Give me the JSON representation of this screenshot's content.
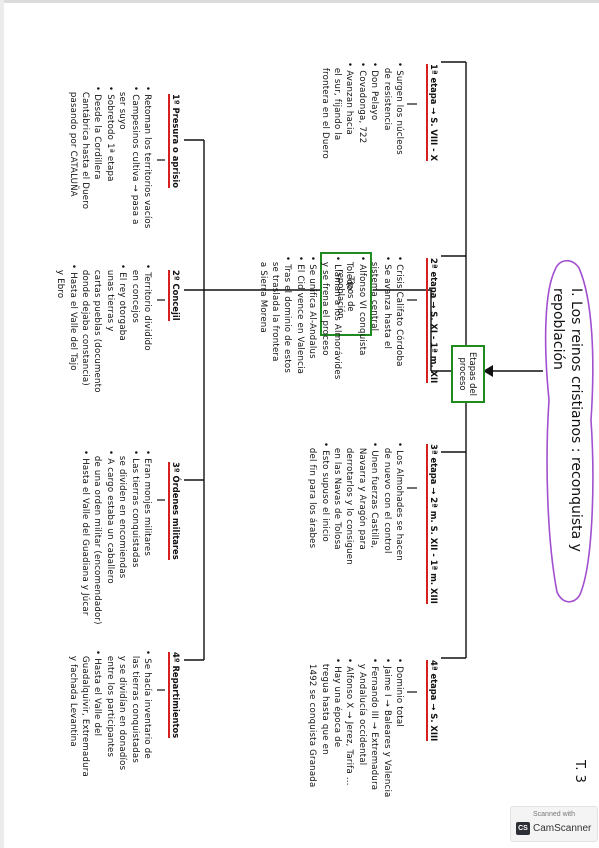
{
  "title": "I. Los reinos cristianos : reconquista y repoblación",
  "tema": "T. 3",
  "center_boxes": {
    "etapas": "Etapas del proceso",
    "tipos": "Tipos de repoblación"
  },
  "etapas": [
    {
      "heading": "1ª etapa → S. VIII - X",
      "items": "• Surgen los núcleos\n  de resistencia\n• Don Pelayo\n• Covadonga, 722\n• Avanzan hacia\n  el sur, fijando la\n  frontera en el Duero"
    },
    {
      "heading": "2ª etapa → S. XI - 1ª m. XII",
      "items": "• Crisis Califato Córdoba\n• Se avanza hasta el\n  sistema central\n• Alfonso VI conquista\n  Toledo\n• Llaman a los Almorávides\n  y se frena el proceso\n• Se unifica Al-Andalus\n• El Cid vence en Valencia\n• Tras el dominio de estos\n  se traslada la frontera\n  a Sierra Morena"
    },
    {
      "heading": "3ª etapa → 2ª m. S. XII - 1ª m. XIII",
      "items": "• Los Almohades se hacen\n  de nuevo con el control\n• Unen fuerzas Castilla,\n  Navarra y Aragón para\n  derrotarlos y lo consiguen\n  en las Navas de Tolosa\n• Esto supuso el inicio\n  del fin para los árabes"
    },
    {
      "heading": "4ª etapa → S. XIII",
      "items": "• Dominio total\n• Jaime I → Baleares y Valencia\n• Fernando III → Extremadura\n  y Andalucía occidental\n• Alfonso X → Jerez, Tarifa ...\n• Hay una época de\n  tregua hasta que en\n  1492 se conquista Granada"
    }
  ],
  "tipos": [
    {
      "heading": "1º Presura o aprisio",
      "items": "• Retoman los territorios vacíos\n• Campesinos cultiva → pasa a\n  ser suyo\n• Sobretodo 1ª etapa\n• Desde la Cordillera\n  Cantábrica hasta el Duero\n  pasando por CATALUÑA"
    },
    {
      "heading": "2º Concejil",
      "items": "• Territorio dividido\n  en concejos\n• El rey otorgaba\n  unas tierras y\n  cartas pueblas (documento\n  donde dejaba constancia)\n• Hasta el Valle del Tajo\n  y Ebro"
    },
    {
      "heading": "3º Órdenes militares",
      "items": "• Eran monjes militares\n• Las tierras conquistadas\n  se dividen en encomiendas\n• A cargo estaba un caballero\n  de una orden militar (encomendador)\n• Hasta el Valle del Guadiana y Júcar"
    },
    {
      "heading": "4º Repartimientos",
      "items": "• Se hacía inventario de\n  las tierras conquistadas\n  y se dividían en donadíos\n  entre los participantes\n• Hasta el Valle del\n  Guadalquivir, Extremadura\n  y fachada Levantina"
    }
  ],
  "colors": {
    "red": "#d61f1f",
    "green": "#1f8a1f",
    "purple": "#a24fd0",
    "ink": "#111111"
  },
  "scanner": {
    "line1": "Scanned with",
    "logo": "CS",
    "name": "CamScanner"
  }
}
